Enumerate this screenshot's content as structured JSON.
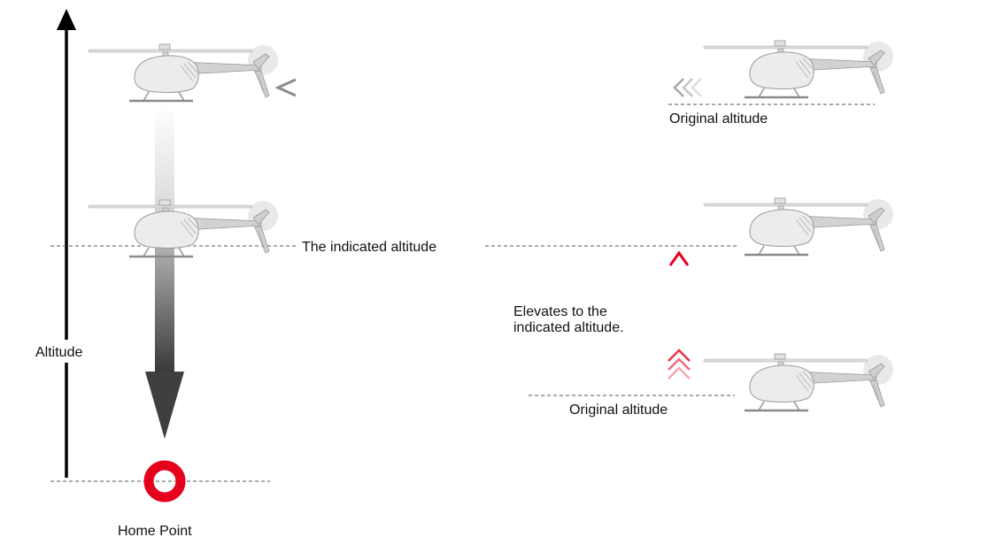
{
  "labels": {
    "altitude_axis": "Altitude",
    "indicated_altitude": "The indicated altitude",
    "original_altitude_top": "Original altitude",
    "original_altitude_bottom": "Original altitude",
    "elevates_line1": "Elevates to the",
    "elevates_line2": "indicated altitude.",
    "home_point": "Home Point"
  },
  "icons": {
    "helicopter": "helicopter-icon",
    "home_point": "home-point-ring-icon"
  },
  "colors": {
    "axis": "#000000",
    "return_arrow": "#8c8c8c",
    "descend_arrow": "#444444",
    "climb_arrow": "#e5001c",
    "home_point": "#e5001c",
    "helicopter_body": "#ececec",
    "helicopter_outline": "#9a9a9a"
  }
}
